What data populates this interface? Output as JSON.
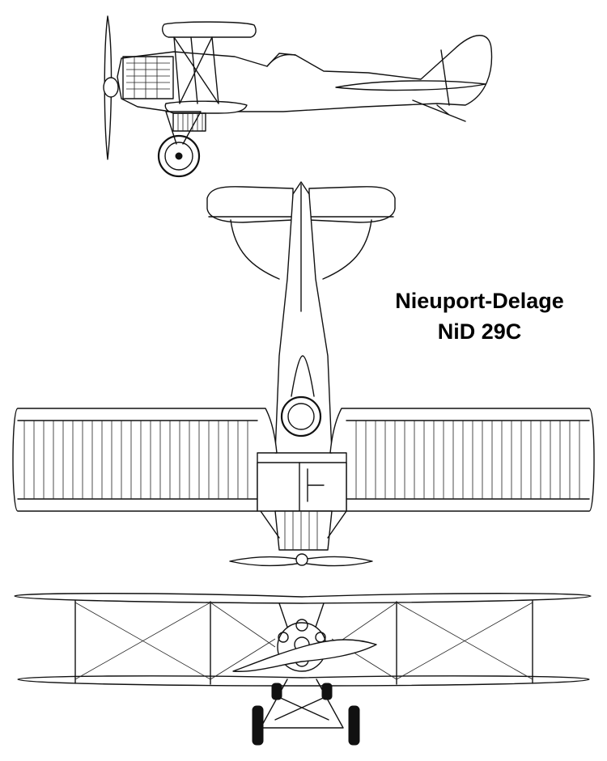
{
  "title": {
    "line1": "Nieuport-Delage",
    "line2": "NiD 29C"
  },
  "colors": {
    "ink": "#111111",
    "paper": "#ffffff"
  },
  "views": [
    "side-view",
    "top-view",
    "front-view"
  ]
}
